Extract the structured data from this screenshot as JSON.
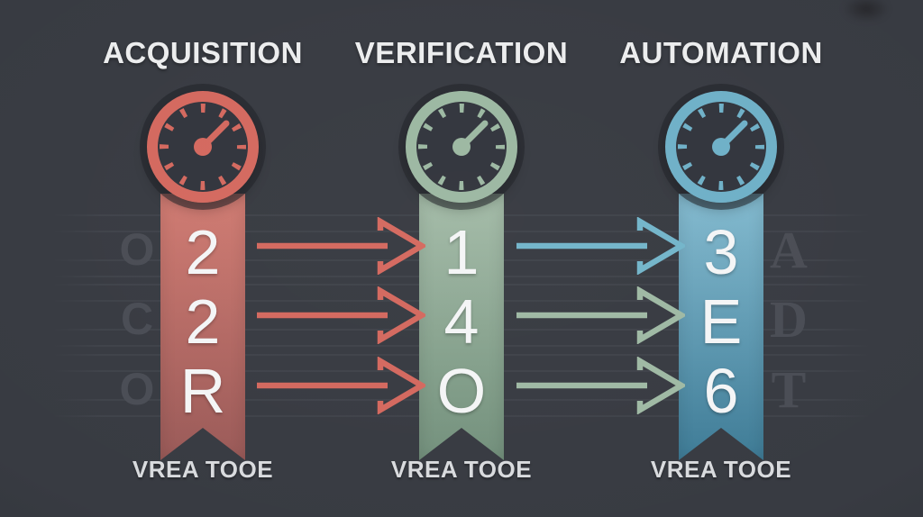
{
  "background": {
    "color": "#383b42",
    "line_color": "rgba(205,212,224,0.05)"
  },
  "columns": [
    {
      "title": "ACQUISITION",
      "caption": "VREA TOOE",
      "accent": "#d4695f",
      "ribbon_top": "#d07b72",
      "ribbon_bottom": "#9a5a58",
      "chars": [
        "2",
        "2",
        "R"
      ]
    },
    {
      "title": "VERIFICATION",
      "caption": "VREA TOOE",
      "accent": "#9cb8a2",
      "ribbon_top": "#a4bca8",
      "ribbon_bottom": "#73907c",
      "chars": [
        "1",
        "4",
        "O"
      ]
    },
    {
      "title": "AUTOMATION",
      "caption": "VREA TOOE",
      "accent": "#6fb0c7",
      "ribbon_top": "#83bacf",
      "ribbon_bottom": "#3e7b96",
      "chars": [
        "3",
        "E",
        "6"
      ]
    }
  ],
  "arrows": {
    "stage1": {
      "colors": [
        "#d4695f",
        "#d4695f",
        "#d4695f"
      ]
    },
    "stage2": {
      "colors": [
        "#73b5ca",
        "#9fb9a4",
        "#9fb9a4"
      ]
    }
  },
  "ghost_letters": {
    "left": [
      "O",
      "C",
      "O"
    ],
    "right": [
      "A",
      "D",
      "T"
    ]
  }
}
